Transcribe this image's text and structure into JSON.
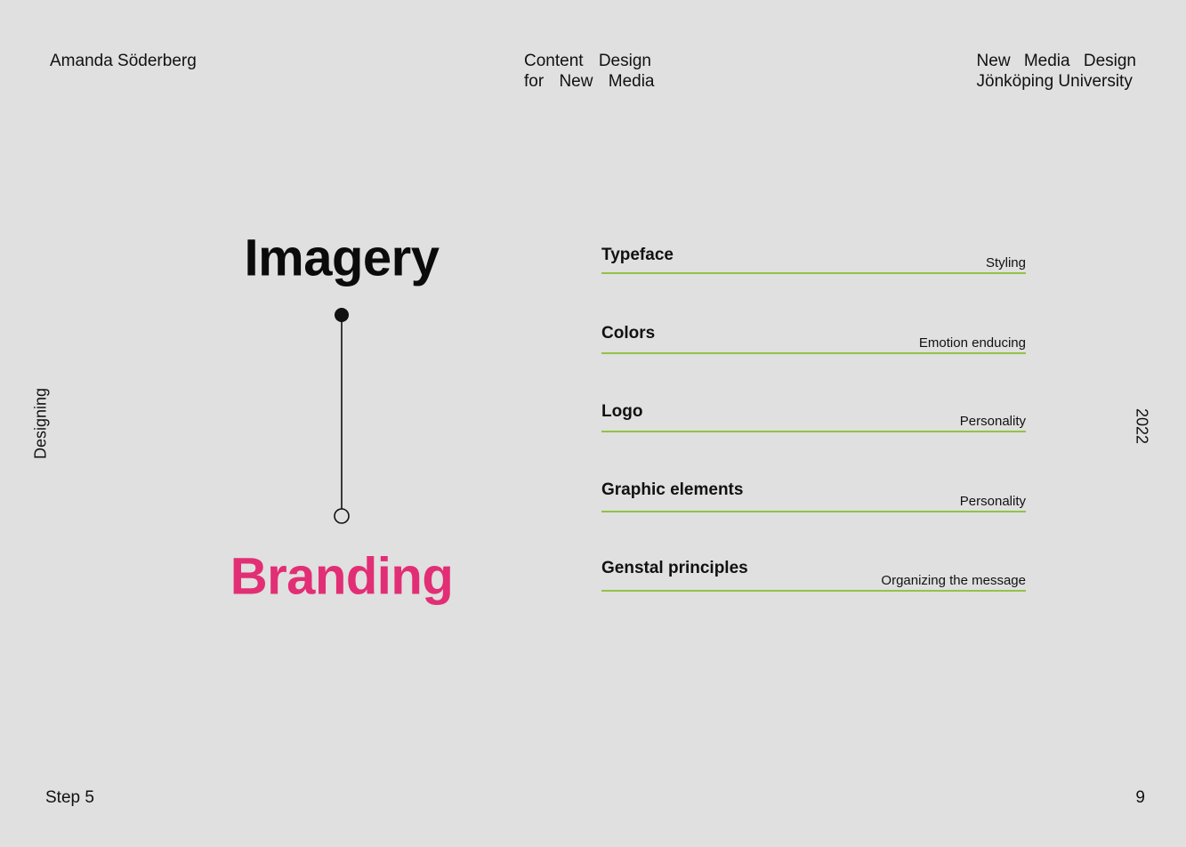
{
  "header": {
    "author": "Amanda Söderberg",
    "course_line1": "Content Design",
    "course_line2": "for New Media",
    "program_line1": "New Media Design",
    "program_line2": "Jönköping University"
  },
  "side": {
    "left": "Designing",
    "right": "2022"
  },
  "diagram": {
    "top_label": "Imagery",
    "bottom_label": "Branding",
    "accent_color": "#e22e75"
  },
  "list": {
    "rule_color": "#93c14a",
    "items": [
      {
        "title": "Typeface",
        "desc": "Styling"
      },
      {
        "title": "Colors",
        "desc": "Emotion enducing"
      },
      {
        "title": "Logo",
        "desc": "Personality"
      },
      {
        "title": "Graphic elements",
        "desc": "Personality"
      },
      {
        "title": "Genstal principles",
        "desc": "Organizing the message"
      }
    ]
  },
  "footer": {
    "step": "Step 5",
    "page_number": "9"
  }
}
